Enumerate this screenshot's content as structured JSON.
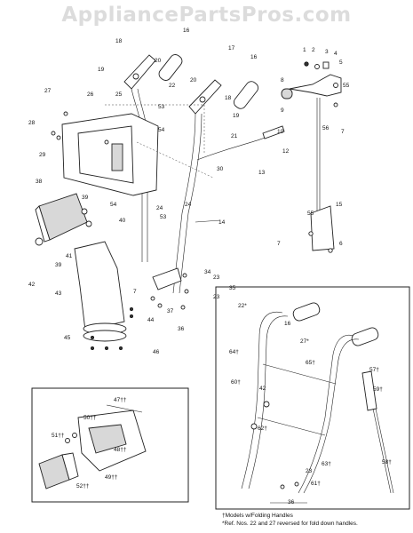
{
  "watermark": "AppliancePartsPros.com",
  "notes": {
    "folding": "†Models w/Folding Handles",
    "ref": "*Ref. Nos. 22 and 27 reversed for fold down handles."
  },
  "labels": {
    "main": [
      "1",
      "2",
      "3",
      "4",
      "5",
      "55",
      "8",
      "9",
      "7",
      "56",
      "10",
      "12",
      "13",
      "14",
      "15",
      "55",
      "7",
      "6",
      "16",
      "17",
      "16",
      "18",
      "19",
      "20",
      "18",
      "19",
      "20",
      "21",
      "22",
      "53",
      "54",
      "25",
      "26",
      "27",
      "28",
      "29",
      "30",
      "24",
      "53",
      "24",
      "38",
      "39",
      "54",
      "40",
      "41",
      "39",
      "42",
      "43",
      "44",
      "45",
      "46",
      "34",
      "23",
      "35",
      "23",
      "36",
      "7",
      "37"
    ],
    "folding": [
      "22*",
      "16",
      "27*",
      "64†",
      "65†",
      "60†",
      "42",
      "62†",
      "63†",
      "57†",
      "59†",
      "58†",
      "23",
      "61†",
      "36"
    ],
    "chute": [
      "47††",
      "50††",
      "51††",
      "48††",
      "49††",
      "52††"
    ]
  }
}
